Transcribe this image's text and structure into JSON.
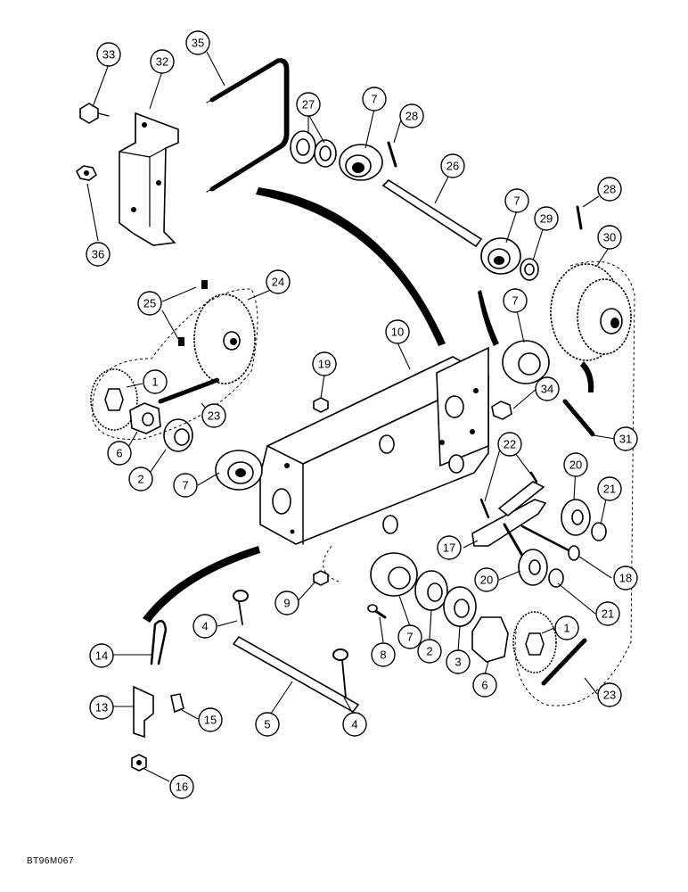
{
  "figure": {
    "code": "BT96M067"
  },
  "callouts": [
    "33",
    "32",
    "35",
    "27",
    "7",
    "28",
    "26",
    "7",
    "28",
    "29",
    "30",
    "36",
    "25",
    "24",
    "7",
    "10",
    "19",
    "1",
    "34",
    "23",
    "31",
    "6",
    "2",
    "22",
    "20",
    "21",
    "7",
    "17",
    "18",
    "20",
    "9",
    "4",
    "8",
    "7",
    "2",
    "3",
    "21",
    "14",
    "1",
    "5",
    "4",
    "6",
    "13",
    "15",
    "23",
    "16"
  ]
}
